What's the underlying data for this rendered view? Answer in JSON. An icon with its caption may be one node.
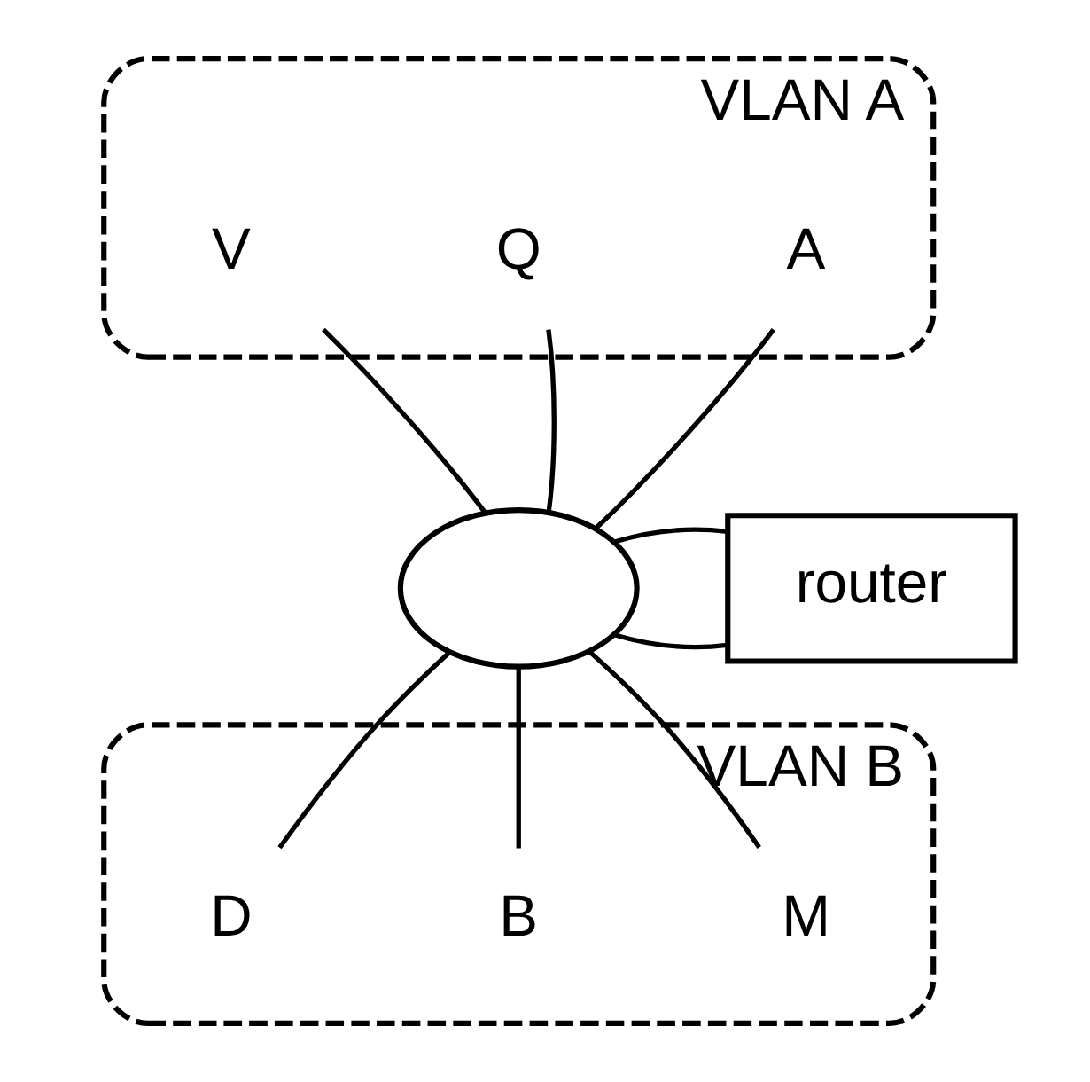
{
  "diagram": {
    "nodes": [
      {
        "text": [
          "VLAN A"
        ]
      },
      {
        "text": [
          "A"
        ],
        "in": 0
      },
      {
        "text": [
          "Q"
        ],
        "in": 0
      },
      {
        "text": [
          "V"
        ],
        "in": 0
      },
      {
        "text": [],
        "shape": "ellipse"
      },
      {
        "text": [
          "router"
        ]
      },
      {
        "text": [
          "VLAN B"
        ]
      },
      {
        "text": [
          "M"
        ],
        "in": 6
      },
      {
        "text": [
          "B"
        ],
        "in": 6
      },
      {
        "text": [
          "D"
        ],
        "in": 6
      }
    ],
    "edges": [
      {
        "from": 4,
        "to": 1,
        "arrow": "none"
      },
      {
        "from": 4,
        "to": 2,
        "arrow": "none"
      },
      {
        "from": 4,
        "to": 3,
        "arrow": "none"
      },
      {
        "from": 4,
        "to": 5,
        "arrow": "none"
      },
      {
        "from": 4,
        "to": 5,
        "arrow": "none"
      },
      {
        "from": 4,
        "to": 7,
        "arrow": "none"
      },
      {
        "from": 4,
        "to": 8,
        "arrow": "none"
      },
      {
        "from": 4,
        "to": 9,
        "arrow": "none"
      }
    ]
  }
}
